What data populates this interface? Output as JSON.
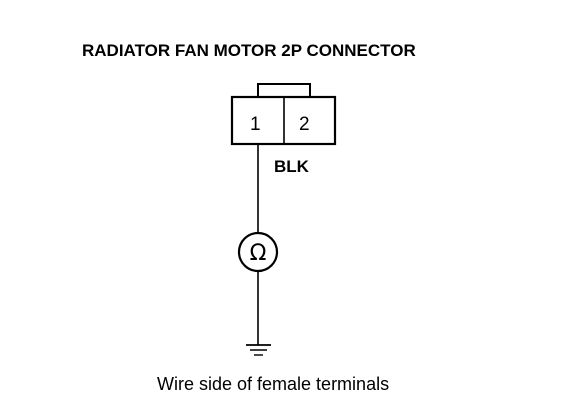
{
  "diagram": {
    "title": "RADIATOR FAN MOTOR 2P CONNECTOR",
    "connector": {
      "terminal_1_label": "1",
      "terminal_2_label": "2"
    },
    "wire_color_label": "BLK",
    "meter_symbol": "Ω",
    "caption": "Wire side of female terminals"
  },
  "colors": {
    "line": "#000000",
    "background": "#ffffff"
  },
  "icons": {
    "meter": "ohmmeter-icon",
    "ground": "ground-icon"
  }
}
